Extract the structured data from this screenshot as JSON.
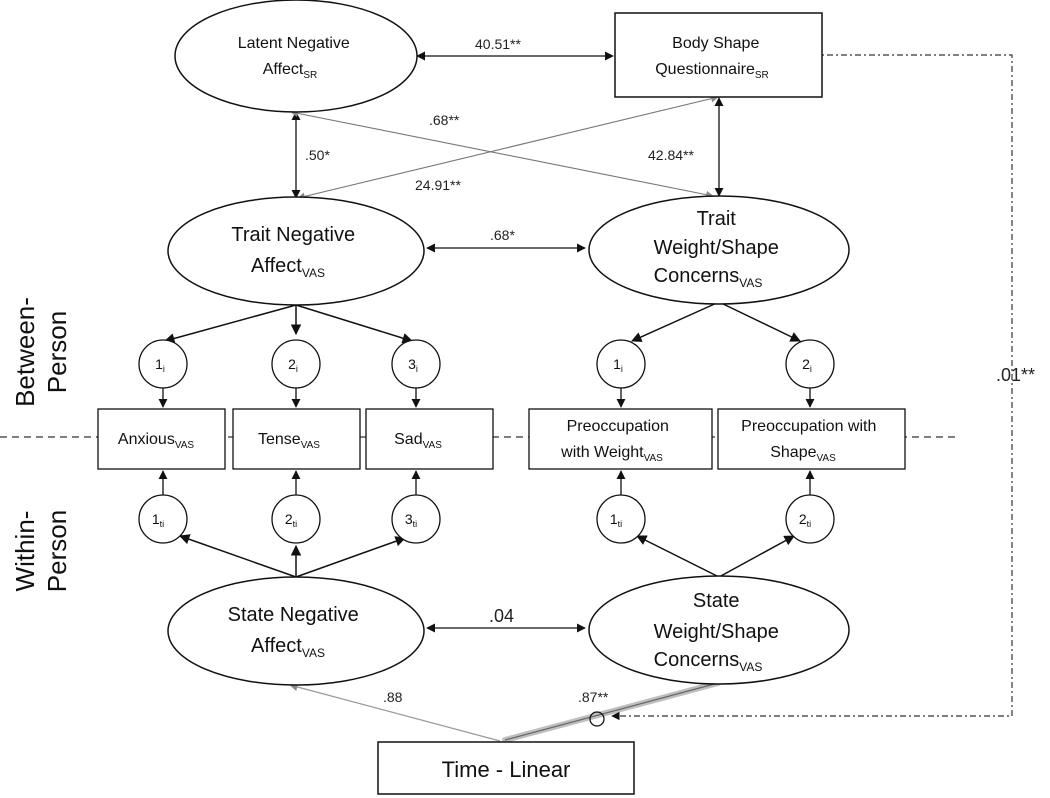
{
  "nodes": {
    "latent_na": {
      "line1": "Latent Negative",
      "line2": "Affect",
      "sub": "SR"
    },
    "bsq": {
      "line1": "Body Shape",
      "line2": "Questionnaire",
      "sub": "SR"
    },
    "trait_na": {
      "line1": "Trait Negative",
      "line2": "Affect",
      "sub": "VAS"
    },
    "trait_wsc": {
      "line1": "Trait",
      "line2": "Weight/Shape",
      "line3": "Concerns",
      "sub": "VAS"
    },
    "state_na": {
      "line1": "State Negative",
      "line2": "Affect",
      "sub": "VAS"
    },
    "state_wsc": {
      "line1": "State",
      "line2": "Weight/Shape",
      "line3": "Concerns",
      "sub": "VAS"
    },
    "time": {
      "label": "Time - Linear"
    },
    "anxious": {
      "label": "Anxious",
      "sub": "VAS"
    },
    "tense": {
      "label": "Tense",
      "sub": "VAS"
    },
    "sad": {
      "label": "Sad",
      "sub": "VAS"
    },
    "preocc_weight": {
      "line1": "Preoccupation",
      "line2": "with Weight",
      "sub": "VAS"
    },
    "preocc_shape": {
      "line1": "Preoccupation with",
      "line2": "Shape",
      "sub": "VAS"
    }
  },
  "residuals_between": [
    {
      "num": "1",
      "sub": "i"
    },
    {
      "num": "2",
      "sub": "i"
    },
    {
      "num": "3",
      "sub": "i"
    },
    {
      "num": "1",
      "sub": "i"
    },
    {
      "num": "2",
      "sub": "i"
    }
  ],
  "residuals_within": [
    {
      "num": "1",
      "sub": "ti"
    },
    {
      "num": "2",
      "sub": "ti"
    },
    {
      "num": "3",
      "sub": "ti"
    },
    {
      "num": "1",
      "sub": "ti"
    },
    {
      "num": "2",
      "sub": "ti"
    }
  ],
  "coefficients": {
    "latent_bsq": "40.51**",
    "cross_a": ".68**",
    "latent_trait": ".50*",
    "bsq_trait": "42.84**",
    "cross_b": "24.91**",
    "trait_trait": ".68*",
    "state_state": ".04",
    "time_state_na": ".88",
    "time_state_wsc": ".87**",
    "bsq_time": ".01**"
  },
  "side_labels": {
    "between_1": "Between-",
    "between_2": "Person",
    "within_1": "Within-",
    "within_2": "Person"
  }
}
